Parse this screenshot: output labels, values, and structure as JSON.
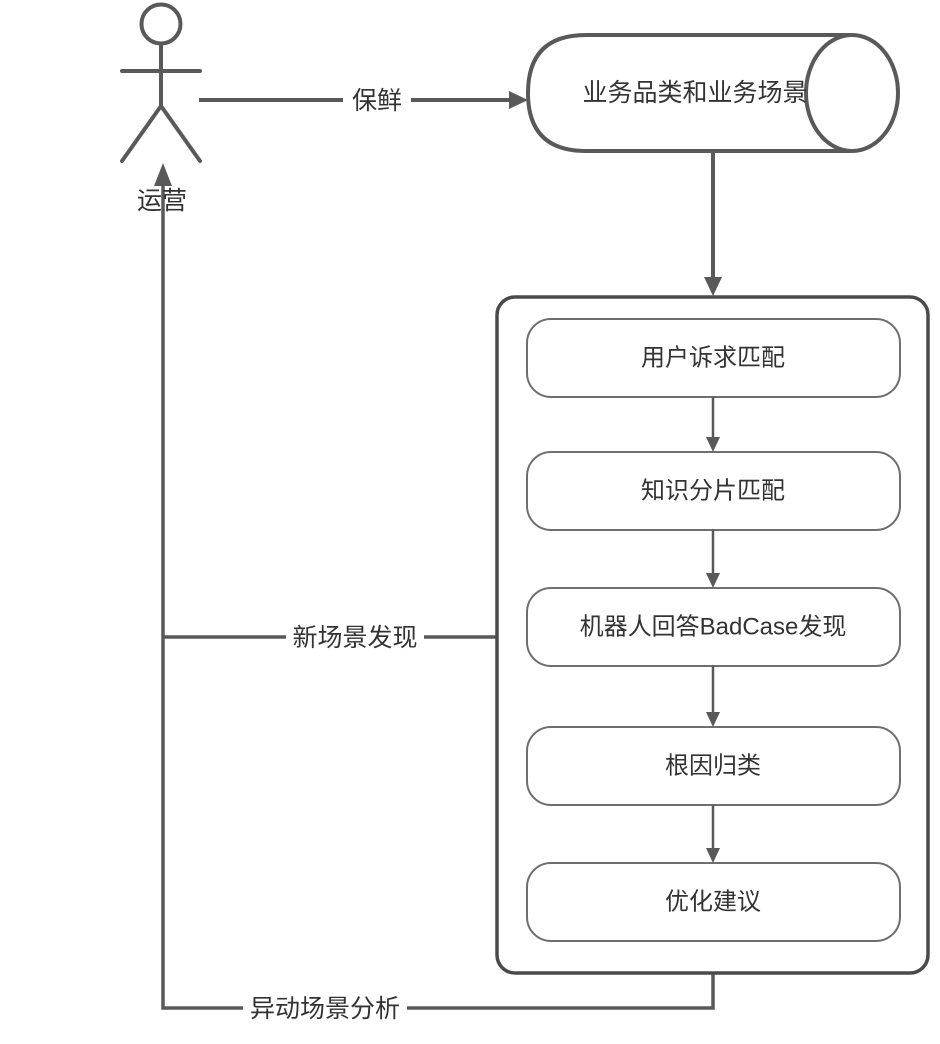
{
  "diagram": {
    "title": "operation-knowledge-flow-diagram",
    "actor": {
      "label": "运营"
    },
    "datastore": {
      "label": "业务品类和业务场景"
    },
    "edges": {
      "refresh_label": "保鲜",
      "new_scene_label": "新场景发现",
      "abnormal_scene_label": "异动场景分析"
    },
    "process": {
      "steps": [
        "用户诉求匹配",
        "知识分片匹配",
        "机器人回答BadCase发现",
        "根因归类",
        "优化建议"
      ]
    },
    "colors": {
      "line": "#595959",
      "container_border": "#4a4a4a",
      "step_border": "#6e6e6e",
      "text": "#333333",
      "background": "#ffffff"
    }
  }
}
